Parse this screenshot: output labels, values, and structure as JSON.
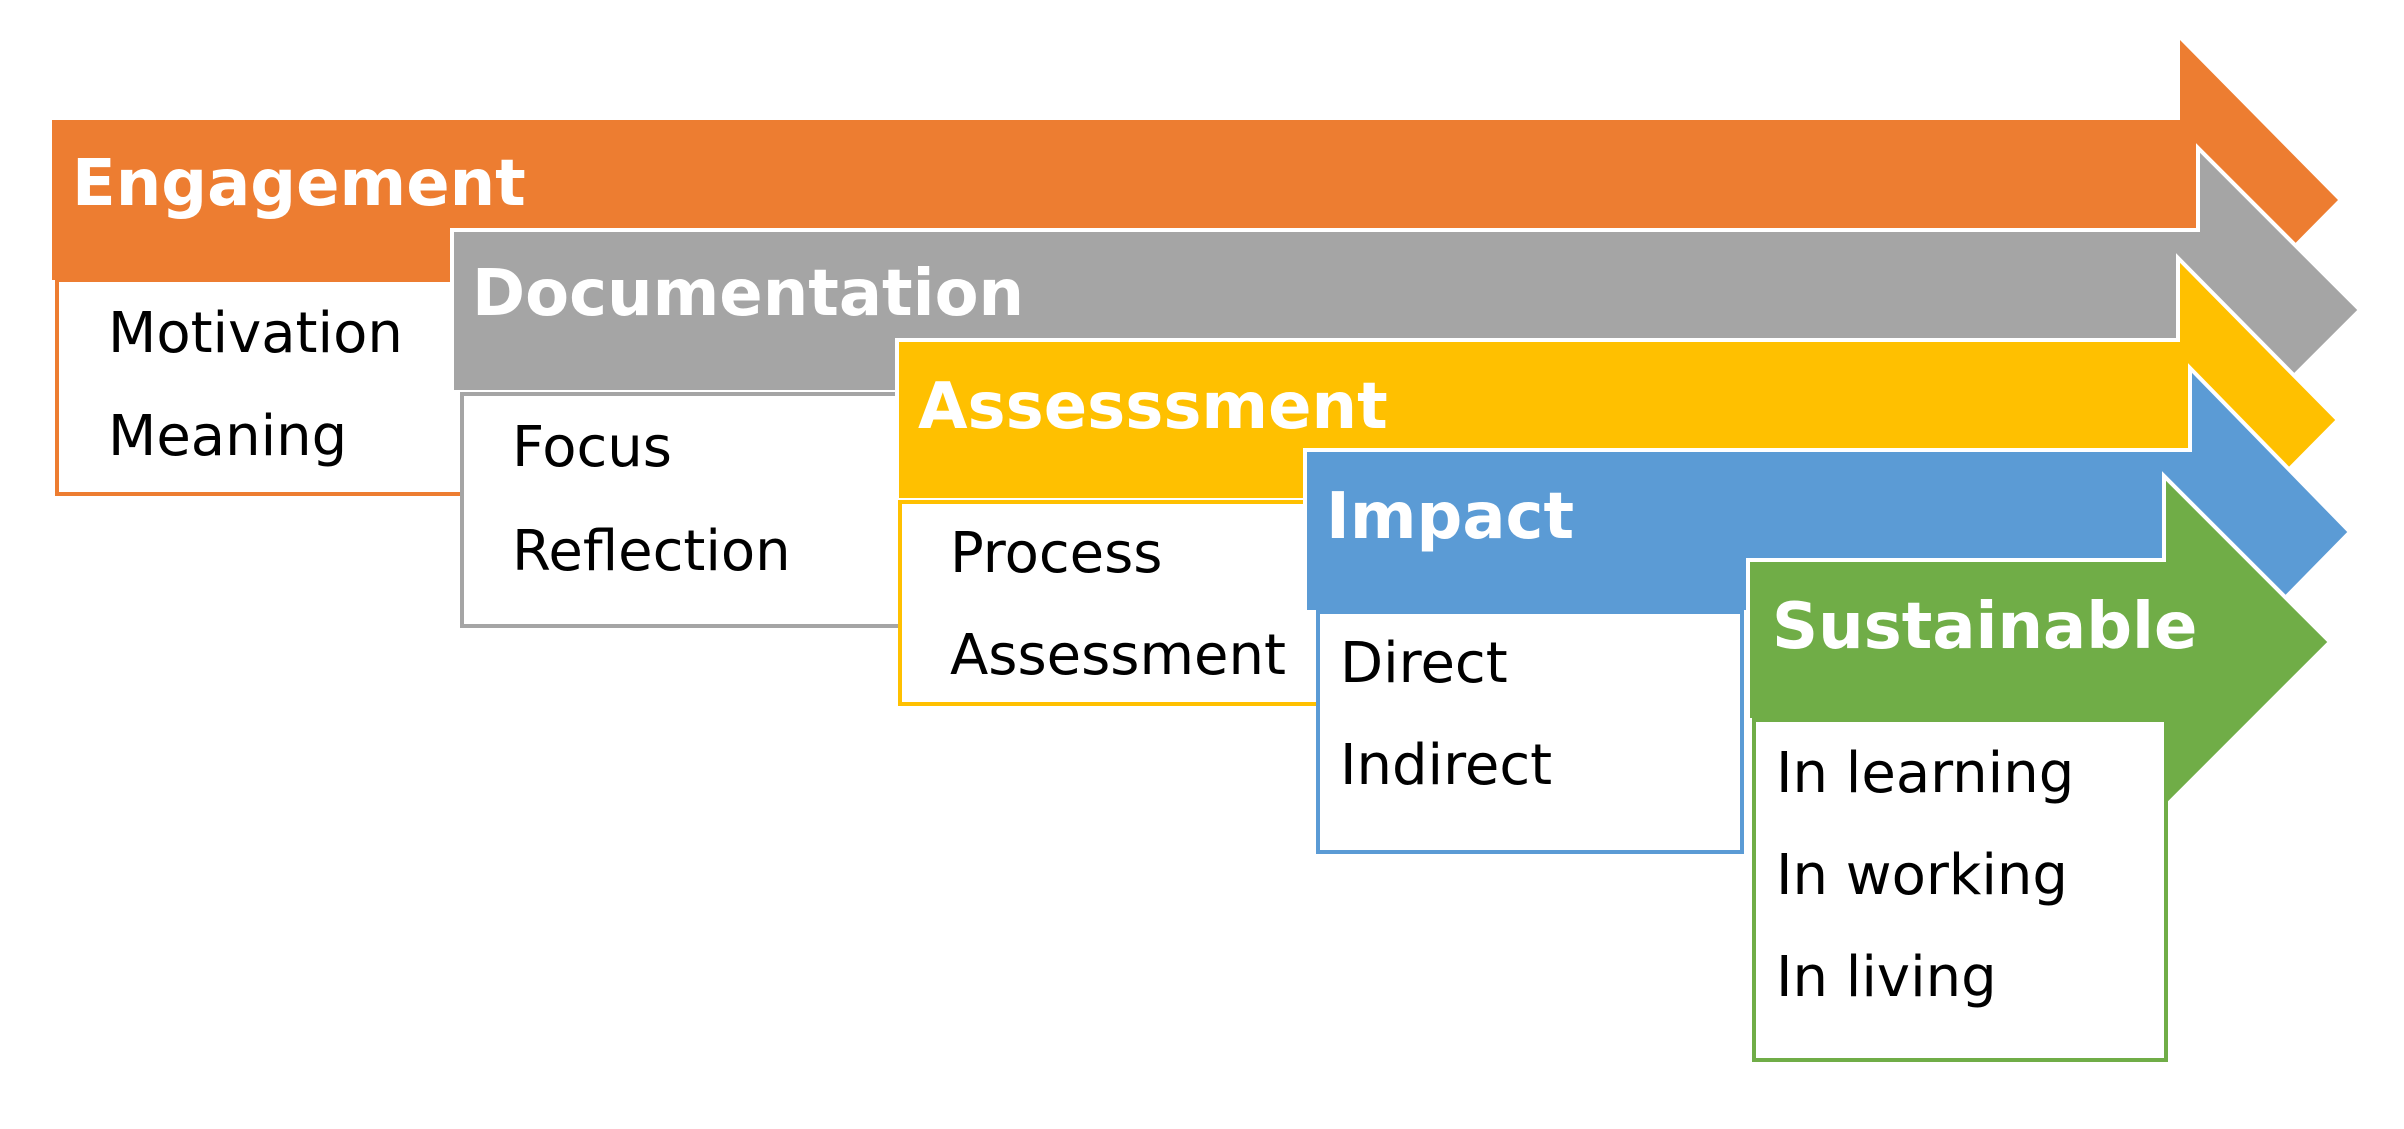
{
  "stages": [
    {
      "title": "Engagement",
      "color": "#ED7D31",
      "items": [
        "Motivation",
        "Meaning"
      ]
    },
    {
      "title": "Documentation",
      "color": "#A5A5A5",
      "items": [
        "Focus",
        "Reflection"
      ]
    },
    {
      "title": "Assesssment",
      "color": "#FFC000",
      "items": [
        "Process",
        "Assessment"
      ]
    },
    {
      "title": "Impact",
      "color": "#5B9BD5",
      "items": [
        "Direct",
        "Indirect"
      ]
    },
    {
      "title": "Sustainable",
      "color": "#70AD47",
      "items": [
        "In learning",
        "In working",
        "In living"
      ]
    }
  ]
}
